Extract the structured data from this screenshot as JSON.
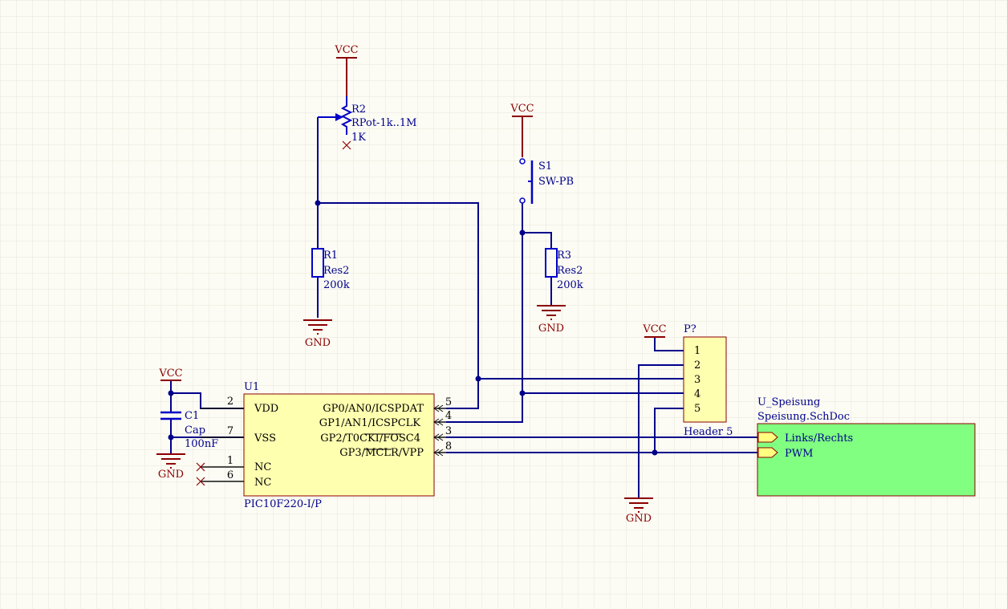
{
  "components": {
    "r2": {
      "designator": "R2",
      "comment": "RPot-1k..1M",
      "value": "1K"
    },
    "r1": {
      "designator": "R1",
      "comment": "Res2",
      "value": "200k"
    },
    "r3": {
      "designator": "R3",
      "comment": "Res2",
      "value": "200k"
    },
    "s1": {
      "designator": "S1",
      "comment": "SW-PB"
    },
    "c1": {
      "designator": "C1",
      "comment": "Cap",
      "value": "100nF"
    },
    "u1": {
      "designator": "U1",
      "part": "PIC10F220-I/P",
      "left_pins": [
        {
          "num": "2",
          "name": "VDD"
        },
        {
          "num": "7",
          "name": "VSS"
        },
        {
          "num": "1",
          "name": "NC"
        },
        {
          "num": "6",
          "name": "NC"
        }
      ],
      "right_pins": [
        {
          "num": "5",
          "name": "GP0/AN0/ICSPDAT"
        },
        {
          "num": "4",
          "name": "GP1/AN1/ICSPCLK"
        },
        {
          "num": "3",
          "name": "GP2/T0CKI/FOSC4"
        },
        {
          "num": "8",
          "name": "GP3/MCLR/VPP"
        }
      ]
    },
    "header": {
      "designator": "P?",
      "comment": "Header 5",
      "pins": [
        "1",
        "2",
        "3",
        "4",
        "5"
      ]
    },
    "sheet": {
      "designator": "U_Speisung",
      "file": "Speisung.SchDoc",
      "entries": [
        "Links/Rechts",
        "PWM"
      ],
      "fill": "#80ff80"
    }
  },
  "power": {
    "vcc": "VCC",
    "gnd": "GND"
  },
  "colors": {
    "wire": "#00008a",
    "part": "#0000c8",
    "power": "#8b0000",
    "chip_fill": "#ffffb0"
  }
}
